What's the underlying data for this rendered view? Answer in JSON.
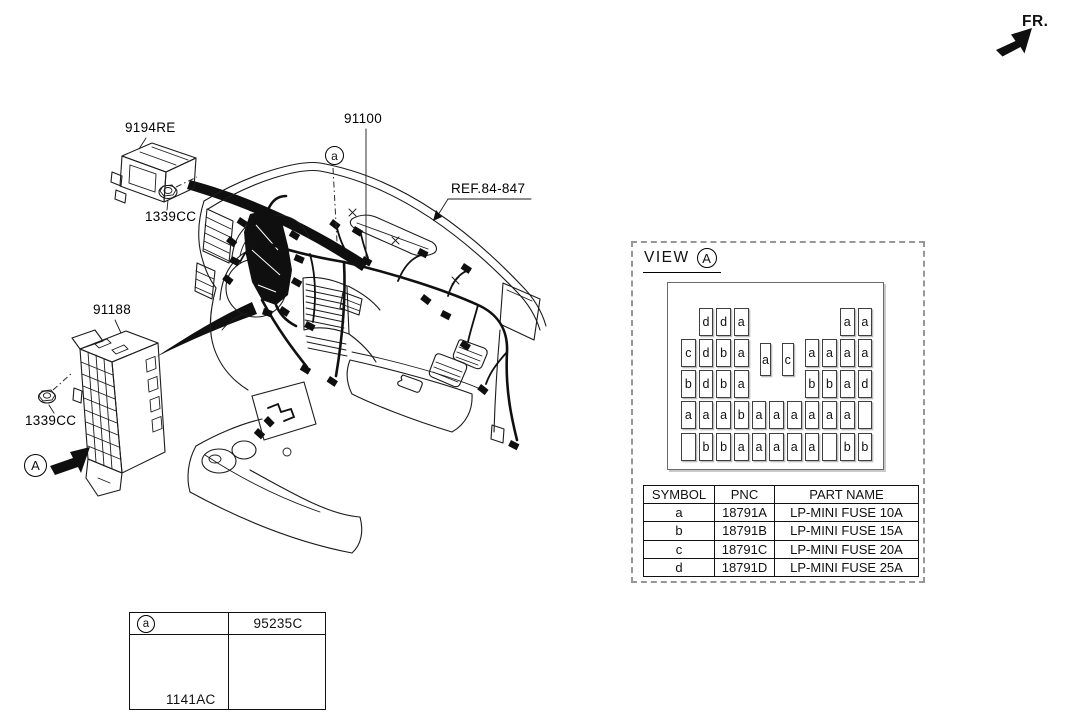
{
  "fr_label": "FR.",
  "callouts": {
    "part_9194re": "9194RE",
    "bolt_1339cc_top": "1339CC",
    "part_91100": "91100",
    "ref_84_847": "REF.84-847",
    "part_91188": "91188",
    "bolt_1339cc_left": "1339CC",
    "circle_a_top": "a",
    "circle_a_left": "A"
  },
  "view": {
    "label": "VIEW",
    "circle": "A"
  },
  "fuse_panel": {
    "rows": [
      [
        {
          "col": 2,
          "t": "d"
        },
        {
          "col": 3,
          "t": "d"
        },
        {
          "col": 4,
          "t": "a"
        },
        {
          "col": 10,
          "t": "a"
        },
        {
          "col": 11,
          "t": "a"
        }
      ],
      [
        {
          "col": 1,
          "t": "c"
        },
        {
          "col": 2,
          "t": "d"
        },
        {
          "col": 3,
          "t": "b"
        },
        {
          "col": 4,
          "t": "a"
        },
        {
          "col": 8,
          "t": "a"
        },
        {
          "col": 9,
          "t": "a"
        },
        {
          "col": 10,
          "t": "a"
        },
        {
          "col": 11,
          "t": "a"
        }
      ],
      [
        {
          "col": 1,
          "t": "b"
        },
        {
          "col": 2,
          "t": "d"
        },
        {
          "col": 3,
          "t": "b"
        },
        {
          "col": 4,
          "t": "a"
        },
        {
          "col": 8,
          "t": "b"
        },
        {
          "col": 9,
          "t": "b"
        },
        {
          "col": 10,
          "t": "a"
        },
        {
          "col": 11,
          "t": "d"
        }
      ],
      [
        {
          "col": 1,
          "t": "a"
        },
        {
          "col": 2,
          "t": "a"
        },
        {
          "col": 3,
          "t": "a"
        },
        {
          "col": 4,
          "t": "b"
        },
        {
          "col": 5,
          "t": "a"
        },
        {
          "col": 6,
          "t": "a"
        },
        {
          "col": 7,
          "t": "a"
        },
        {
          "col": 8,
          "t": "a"
        },
        {
          "col": 9,
          "t": "a"
        },
        {
          "col": 10,
          "t": "a"
        },
        {
          "col": 11,
          "t": ""
        }
      ],
      [
        {
          "col": 1,
          "t": ""
        },
        {
          "col": 2,
          "t": "b"
        },
        {
          "col": 3,
          "t": "b"
        },
        {
          "col": 4,
          "t": "a"
        },
        {
          "col": 5,
          "t": "a"
        },
        {
          "col": 6,
          "t": "a"
        },
        {
          "col": 7,
          "t": "a"
        },
        {
          "col": 8,
          "t": "a"
        },
        {
          "col": 9,
          "t": ""
        },
        {
          "col": 10,
          "t": "b"
        },
        {
          "col": 11,
          "t": "b"
        }
      ]
    ],
    "floats": [
      "a",
      "c"
    ]
  },
  "symbol_table": {
    "headers": [
      "SYMBOL",
      "PNC",
      "PART NAME"
    ],
    "rows": [
      [
        "a",
        "18791A",
        "LP-MINI FUSE 10A"
      ],
      [
        "b",
        "18791B",
        "LP-MINI FUSE 15A"
      ],
      [
        "c",
        "18791C",
        "LP-MINI FUSE 20A"
      ],
      [
        "d",
        "18791D",
        "LP-MINI FUSE 25A"
      ]
    ]
  },
  "detail_box": {
    "circle": "a",
    "part_number": "95235C",
    "fastener_label": "1141AC"
  },
  "colors": {
    "line": "#1b1b1b",
    "dash_border": "#979797"
  }
}
